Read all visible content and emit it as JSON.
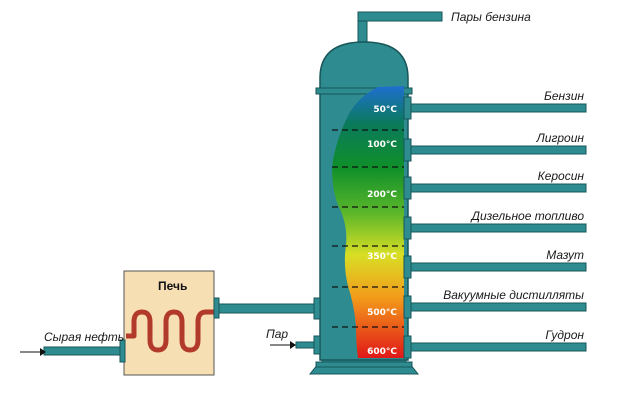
{
  "furnace": {
    "title": "Печь"
  },
  "inputs": {
    "crude_oil": "Сырая нефть",
    "steam": "Пар"
  },
  "top_output": "Пары бензина",
  "fractions": [
    {
      "name": "Бензин",
      "temp": "50°C"
    },
    {
      "name": "Лигроин",
      "temp": "100°C"
    },
    {
      "name": "Керосин",
      "temp": "200°C"
    },
    {
      "name": "Дизельное топливо",
      "temp": ""
    },
    {
      "name": "Мазут",
      "temp": "350°C"
    },
    {
      "name": "Вакуумные дистилляты",
      "temp": "500°C"
    },
    {
      "name": "Гудрон",
      "temp": "600°C"
    }
  ],
  "colors": {
    "pipe": "#2e8c90",
    "pipe_dark": "#17565a",
    "furnace_fill": "#f7dfb4",
    "coil": "#b23a2a",
    "gradient_top": "#1f6fd0",
    "gradient_green": "#16a030",
    "gradient_yellow": "#dde020",
    "gradient_bottom": "#e01818"
  }
}
